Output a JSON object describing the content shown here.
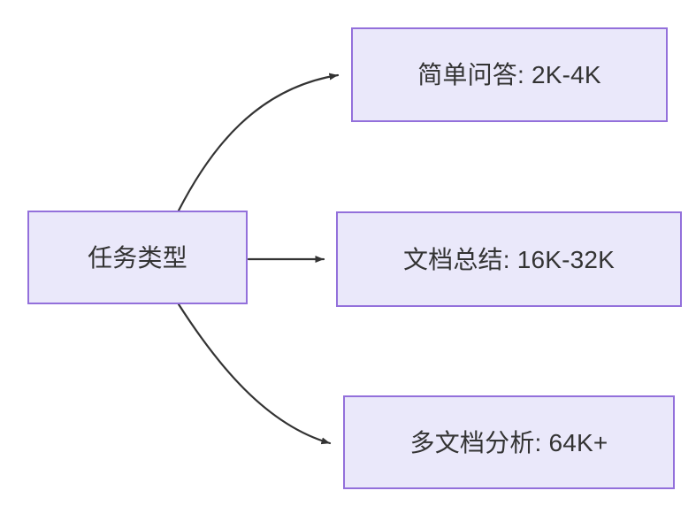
{
  "diagram": {
    "type": "flowchart",
    "direction": "left-to-right",
    "background_color": "#ffffff",
    "node_fill_color": "#eae8fa",
    "node_border_color": "#9370db",
    "edge_color": "#333333",
    "text_color": "#333333",
    "nodes": [
      {
        "id": "task_type",
        "label": "任务类型"
      },
      {
        "id": "simple_qa",
        "label": "简单问答: 2K-4K"
      },
      {
        "id": "doc_summary",
        "label": "文档总结: 16K-32K"
      },
      {
        "id": "multi_doc",
        "label": "多文档分析: 64K+"
      }
    ],
    "edges": [
      {
        "from": "task_type",
        "to": "simple_qa",
        "label": "",
        "style": "curved",
        "arrow": "end"
      },
      {
        "from": "task_type",
        "to": "doc_summary",
        "label": "",
        "style": "straight",
        "arrow": "end"
      },
      {
        "from": "task_type",
        "to": "multi_doc",
        "label": "",
        "style": "curved",
        "arrow": "end"
      }
    ]
  }
}
